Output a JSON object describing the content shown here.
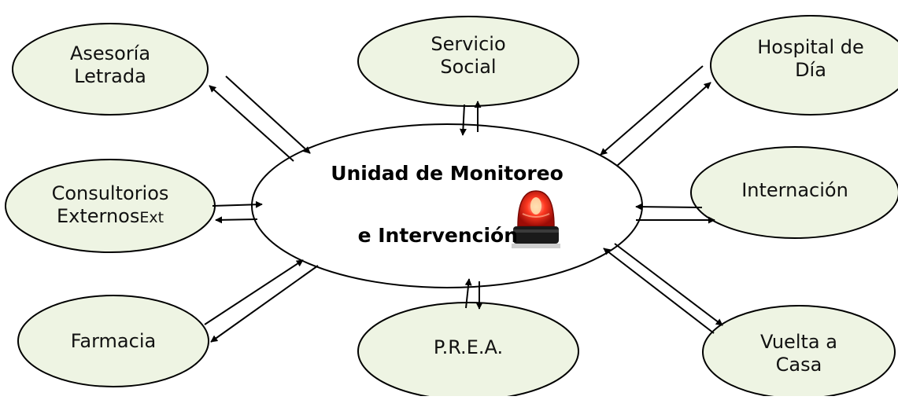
{
  "center": {
    "line1": "Unidad de Monitoreo",
    "line2": "e Intervención"
  },
  "nodes": {
    "asesoria": {
      "line1": "Asesoría",
      "line2": "Letrada"
    },
    "servicio": {
      "line1": "Servicio",
      "line2": "Social"
    },
    "hospital": {
      "line1": "Hospital de",
      "line2": "Día"
    },
    "consultorios": {
      "line1": "Consultorios",
      "line2a": "Externos",
      "line2b": "Ext"
    },
    "internacion": {
      "line1": "Internación"
    },
    "farmacia": {
      "line1": "Farmacia"
    },
    "prea": {
      "line1": "P.R.E.A."
    },
    "vuelta": {
      "line1": "Vuelta a",
      "line2": "Casa"
    }
  },
  "colors": {
    "node_fill": "#eef4e3",
    "stroke": "#000000",
    "siren_red": "#e8201a"
  },
  "icons": {
    "siren": "alarm-siren-icon"
  }
}
